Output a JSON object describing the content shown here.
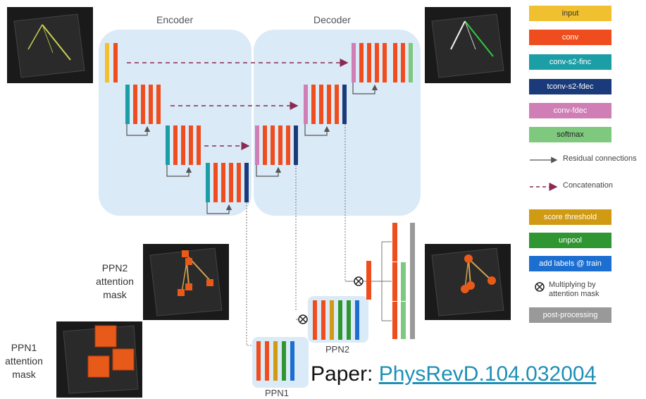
{
  "titles": {
    "encoder": "Encoder",
    "decoder": "Decoder"
  },
  "legend": {
    "boxes": [
      {
        "label": "input",
        "color": "#f0c030",
        "text_color": "#333333"
      },
      {
        "label": "conv",
        "color": "#f04d1e",
        "text_color": "#ffffff"
      },
      {
        "label": "conv-s2-finc",
        "color": "#1c9ea6",
        "text_color": "#ffffff"
      },
      {
        "label": "tconv-s2-fdec",
        "color": "#1a3a7a",
        "text_color": "#ffffff"
      },
      {
        "label": "conv-fdec",
        "color": "#cf7fb6",
        "text_color": "#ffffff"
      },
      {
        "label": "softmax",
        "color": "#7fc97f",
        "text_color": "#222222"
      }
    ],
    "residual": "Residual connections",
    "concat": "Concatenation",
    "boxes2": [
      {
        "label": "score threshold",
        "color": "#d09a12",
        "text_color": "#ffffff"
      },
      {
        "label": "unpool",
        "color": "#2f9632",
        "text_color": "#ffffff"
      },
      {
        "label": "add labels @ train",
        "color": "#1c6fd1",
        "text_color": "#ffffff"
      }
    ],
    "multiply": "Multiplying by attention mask",
    "postproc": {
      "label": "post-processing",
      "color": "#999999",
      "text_color": "#ffffff"
    }
  },
  "masks": {
    "ppn2": "PPN2 attention mask",
    "ppn1": "PPN1 attention mask"
  },
  "ppn": {
    "ppn1": "PPN1",
    "ppn2": "PPN2"
  },
  "paper": {
    "prefix": "Paper: ",
    "link": "PhysRevD.104.032004"
  },
  "colors": {
    "panel": "#dbeaf7",
    "input": "#f0c030",
    "conv": "#f04d1e",
    "finc": "#1c9ea6",
    "fdec_t": "#1a3a7a",
    "conv_fdec": "#cf7fb6",
    "softmax": "#7fc97f",
    "score": "#d09a12",
    "unpool": "#2f9632",
    "labels": "#1c6fd1",
    "post": "#999999",
    "concat": "#8a2a52"
  }
}
